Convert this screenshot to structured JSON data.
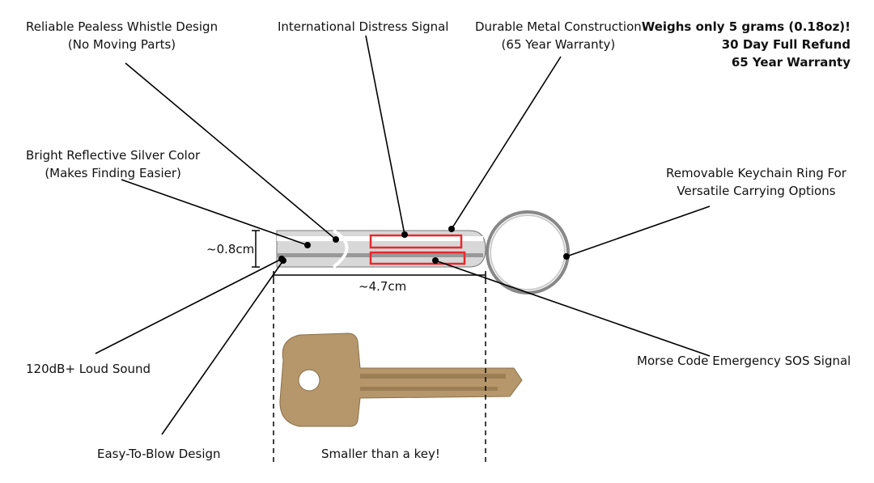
{
  "callouts": {
    "pealess": [
      "Reliable Pealess Whistle Design",
      "(No Moving Parts)"
    ],
    "distress": "International Distress Signal",
    "metal": [
      "Durable Metal Construction",
      "(65 Year Warranty)"
    ],
    "silver": [
      "Bright Reflective Silver Color",
      "(Makes Finding Easier)"
    ],
    "keychain": [
      "Removable Keychain Ring For",
      "Versatile Carrying Options"
    ],
    "loud": "120dB+ Loud Sound",
    "morse": "Morse Code Emergency SOS Signal",
    "easy": "Easy-To-Blow Design"
  },
  "highlights": [
    "Weighs only 5 grams (0.18oz)!",
    "30 Day Full Refund",
    "65 Year Warranty"
  ],
  "dimensions": {
    "height": "~0.8cm",
    "length": "~4.7cm"
  },
  "comparison": "Smaller than a key!",
  "colors": {
    "highlight_box": "#e8282e"
  }
}
